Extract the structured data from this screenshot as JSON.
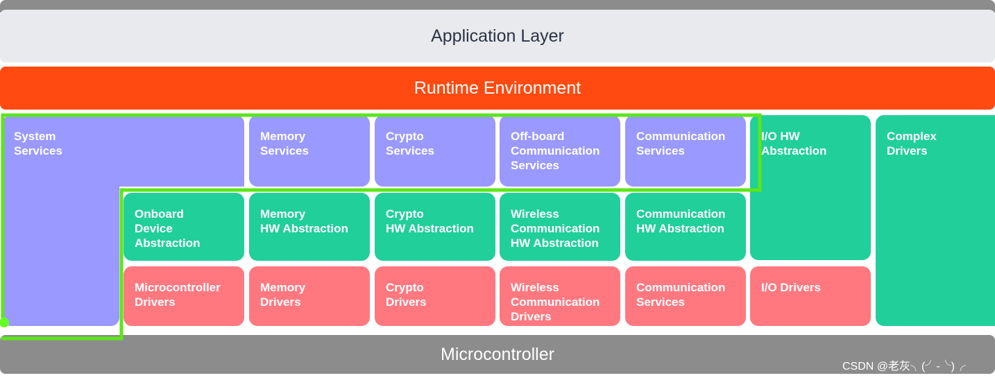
{
  "layers": {
    "application": "Application Layer",
    "runtime": "Runtime Environment",
    "microcontroller": "Microcontroller"
  },
  "services_row": {
    "system": "System\nServices",
    "memory": "Memory\nServices",
    "crypto": "Crypto\nServices",
    "offboard": "Off-board\nCommunication\nServices",
    "communication": "Communication\nServices"
  },
  "hw_abstraction_row": {
    "onboard": "Onboard\nDevice\nAbstraction",
    "memory": "Memory\nHW Abstraction",
    "crypto": "Crypto\nHW Abstraction",
    "wireless": "Wireless\nCommunication\nHW Abstraction",
    "communication": "Communication\nHW Abstraction"
  },
  "drivers_row": {
    "microcontroller": "Microcontroller\nDrivers",
    "memory": "Memory\nDrivers",
    "crypto": "Crypto\nDrivers",
    "wireless": "Wireless\nCommunication\nDrivers",
    "communication": "Communication\nServices",
    "io": "I/O Drivers"
  },
  "io_hw_abstraction": "I/O HW\nAbstraction",
  "complex_drivers": "Complex\nDrivers",
  "watermark": "CSDN @老灰╮(╯-╰)╭",
  "colors": {
    "application": "#e9eaee",
    "runtime": "#ff4a11",
    "microcontroller": "#8c8c8c",
    "services": "#9999ff",
    "hw_abstraction": "#21cf9a",
    "drivers": "#ff7880",
    "highlight": "#66ff22"
  }
}
